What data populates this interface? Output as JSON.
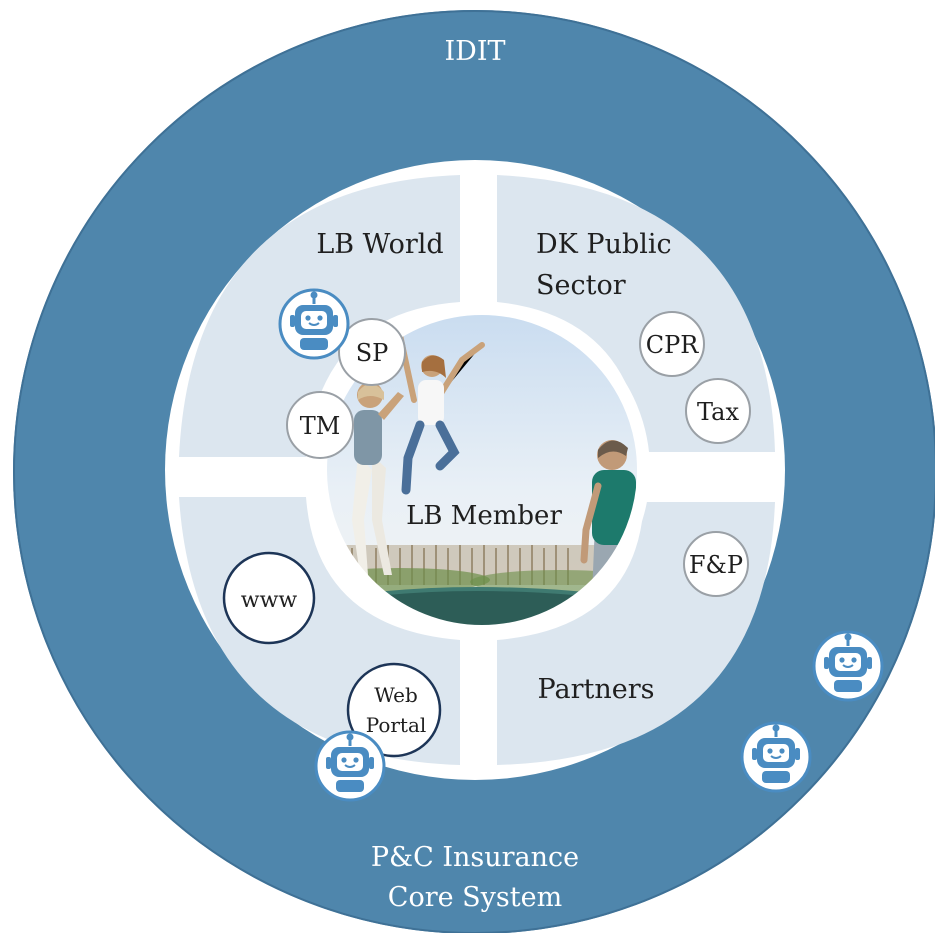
{
  "diagram": {
    "outer_ring": {
      "top_label": "IDIT",
      "bottom_label_line1": "P&C Insurance",
      "bottom_label_line2": "Core System"
    },
    "sectors": {
      "top_left": "LB World",
      "top_right_line1": "DK Public",
      "top_right_line2": "Sector",
      "bottom_right": "Partners"
    },
    "center": {
      "label": "LB Member"
    },
    "badges": {
      "sp": "SP",
      "tm": "TM",
      "cpr": "CPR",
      "tax": "Tax",
      "fp": "F&P",
      "www": "www",
      "web_portal_line1": "Web",
      "web_portal_line2": "Portal"
    },
    "icons": [
      "robot-icon",
      "robot-icon",
      "robot-icon",
      "robot-icon"
    ]
  },
  "colors": {
    "outer_ring": "#4f86ac",
    "outer_ring_dark": "#3f7196",
    "white_ring": "#ffffff",
    "sector_fill": "#dce6ef",
    "badge_border_grey": "#9aa0a6",
    "badge_border_navy": "#1d3557",
    "robot_blue": "#4a8cc2"
  }
}
